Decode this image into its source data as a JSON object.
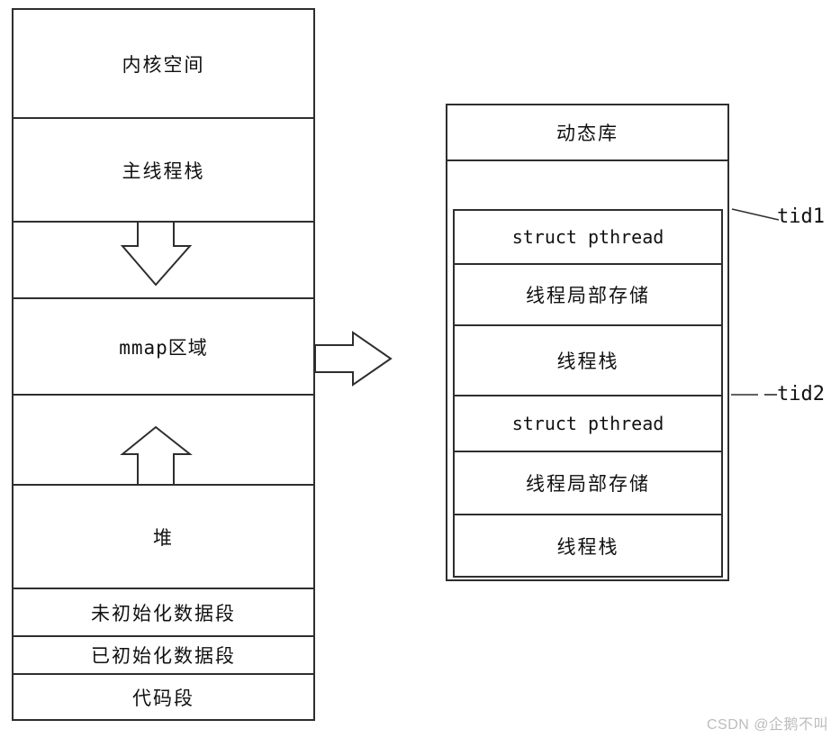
{
  "process_memory": {
    "segments": {
      "kernel": "内核空间",
      "main_thread_stack": "主线程栈",
      "mmap": "mmap区域",
      "heap": "堆",
      "bss": "未初始化数据段",
      "data": "已初始化数据段",
      "text": "代码段"
    }
  },
  "mmap_detail": {
    "header": "动态库",
    "cells": [
      "struct pthread",
      "线程局部存储",
      "线程栈",
      "struct pthread",
      "线程局部存储",
      "线程栈"
    ]
  },
  "callouts": {
    "tid1": "tid1",
    "tid2": "tid2"
  },
  "icons": {
    "grow_down": "arrow-down",
    "grow_up": "arrow-up",
    "expand_right": "arrow-right"
  },
  "watermark": "CSDN @企鹅不叫"
}
